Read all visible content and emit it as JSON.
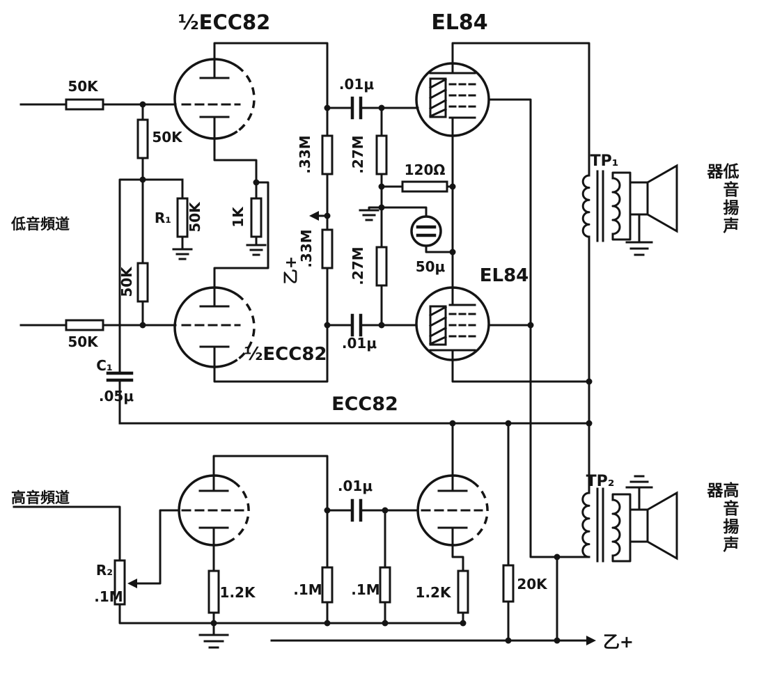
{
  "colors": {
    "ink": "#141414",
    "paper": "#ffffff"
  },
  "labels": {
    "tubes": {
      "top_left": "½ECC82",
      "top_right": "EL84",
      "mid_left": "½ECC82",
      "mid_right": "EL84",
      "bottom": "ECC82"
    },
    "channels": {
      "bass": "低音頻道",
      "treble": "高音頻道"
    },
    "speakers": {
      "bass": "低音揚声器",
      "treble": "高音揚声器"
    },
    "transformers": {
      "tp1": "TP₁",
      "tp2": "TP₂"
    },
    "supply": {
      "b_plus_driver": "乙+",
      "b_plus_rail": "乙+"
    },
    "components": {
      "r_input_top": "50K",
      "r_series_top": "50K",
      "r1_name": "R₁",
      "r1_value": "50K",
      "r_cathode_driver": "1K",
      "r_mix": "50K",
      "r_input_bottom": "50K",
      "r_plate_upper": ".33M",
      "r_plate_lower": ".33M",
      "r_grid_upper": ".27M",
      "r_grid_lower": ".27M",
      "c_couple_upper": ".01μ",
      "c_couple_lower": ".01μ",
      "c_couple_treble": ".01μ",
      "r_cathode_el84": "120Ω",
      "c_bypass_el84": "50μ",
      "c1_name": "C₁",
      "c1_value": ".05μ",
      "r2_name": "R₂",
      "r2_value": ".1M",
      "r_cathode_treble_left": "1.2K",
      "r_cathode_treble_right": "1.2K",
      "r_grid_treble_left": ".1M",
      "r_grid_treble_right": ".1M",
      "r_plate_treble": "20K"
    }
  }
}
